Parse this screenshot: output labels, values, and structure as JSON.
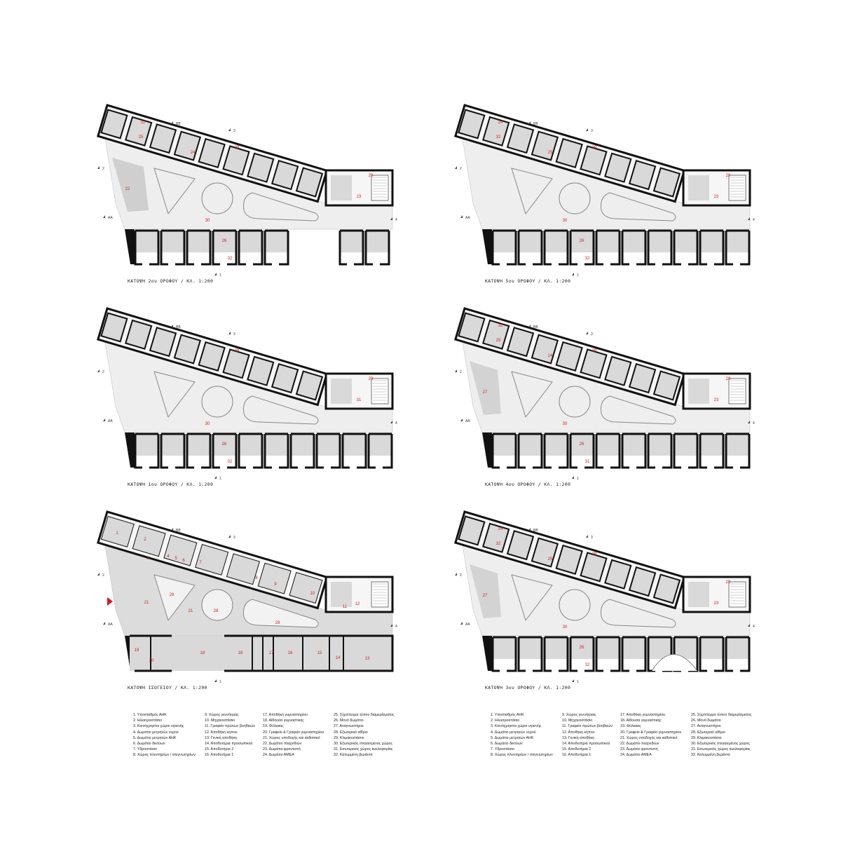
{
  "plans": [
    {
      "id": "floor2",
      "title": "ΚΑΤΟΨΗ 2ου ΟΡΟΦΟΥ / ΚΛ. 1:200",
      "rooms": [
        "32",
        "25",
        "24",
        "29",
        "29",
        "23",
        "22",
        "30",
        "26",
        "32"
      ]
    },
    {
      "id": "floor5",
      "title": "ΚΑΤΟΨΗ 5ου ΟΡΟΦΟΥ / ΚΛ. 1:200",
      "rooms": [
        "24",
        "32",
        "25",
        "29",
        "29",
        "23",
        "",
        "30",
        "26",
        "32"
      ]
    },
    {
      "id": "floor1",
      "title": "ΚΑΤΟΨΗ 1ου ΟΡΟΦΟΥ / ΚΛ. 1:200",
      "rooms": [
        "",
        "",
        "",
        "29",
        "29",
        "31",
        "",
        "30",
        "26",
        "32"
      ]
    },
    {
      "id": "floor4",
      "title": "ΚΑΤΟΨΗ 4ου ΟΡΟΦΟΥ / ΚΛ. 1:200",
      "rooms": [
        "32",
        "25",
        "24",
        "29",
        "29",
        "23",
        "27",
        "30",
        "26",
        "31"
      ]
    },
    {
      "id": "ground",
      "title": "ΚΑΤΟΨΗ ΙΣΟΓΕΙΟΥ / ΚΛ. 1:200",
      "rooms": [
        "1",
        "2",
        "3",
        "4",
        "5",
        "6",
        "7",
        "8",
        "9",
        "10",
        "11",
        "12",
        "13",
        "14",
        "15",
        "16",
        "17",
        "18",
        "18",
        "19",
        "20",
        "21",
        "21",
        "28",
        "28",
        "28"
      ]
    },
    {
      "id": "floor3",
      "title": "ΚΑΤΟΨΗ 3ου ΟΡΟΦΟΥ / ΚΛ. 1:200",
      "rooms": [
        "24",
        "32",
        "25",
        "29",
        "29",
        "23",
        "27",
        "30",
        "26",
        "32"
      ]
    }
  ],
  "markers": {
    "bb": "ΒΒ",
    "three": "3",
    "two": "2",
    "aa": "ΑΑ",
    "four": "4",
    "one": "1"
  },
  "legend": [
    "1. Υποσταθμός ΑΗΚ",
    "2. Ηλεκτροστάσιο",
    "3. Κοινόχρηστοι χώροι υγιεινής",
    "4. Δωμάτιο μετρητών νερού",
    "5. Δωμάτιο μετρητών ΑΗΚ",
    "6. Δωμάτιο δικτύων",
    "7. Υδροστάσιο",
    "8. Χώρος πλυντηρίων / στεγνωτηρίων",
    "9. Χώρος γεννήτριας",
    "10. Μηχανοστάσιο",
    "11. Γραφείο πρώτων βοηθειών",
    "12. Αποθήκη κήπου",
    "13. Γενική αποθήκη",
    "14. Αποδυτήρια προσωπικού",
    "15. Αποδυτήρια 2",
    "16. Αποδυτήρια 1",
    "17. Αποθήκη γυμναστηρίου",
    "18. Αίθουσα γυμναστικής",
    "19. Φύλακας",
    "20. Γραφείο & Γραφείο γυμναστηρίου",
    "21. Χώρος υποδοχής και καθιστικό",
    "22. Δωμάτιο παιχνιδιών",
    "23. Δωμάτιο φροντιστή",
    "24. Δωμάτιο ΑΜΕΑ",
    "25. Σύμπλεγμα τύπου διαμερίσματος",
    "26. Μονό δωμάτιο",
    "27. Αναγνωστήριο",
    "28. Εξωτερικό αίθριο",
    "29. Κλιμακοστάσιο",
    "30. Εξωτερικός στεγασμένος χώρος",
    "31. Εσωτερικός χώρος κυκλοφορίας",
    "32. Καλυμμένη βεράντα"
  ],
  "colors": {
    "wall": "#111111",
    "room": "#d9d9d9",
    "court": "#eeeeee",
    "label": "#d42020",
    "accent": "#e0141e"
  }
}
